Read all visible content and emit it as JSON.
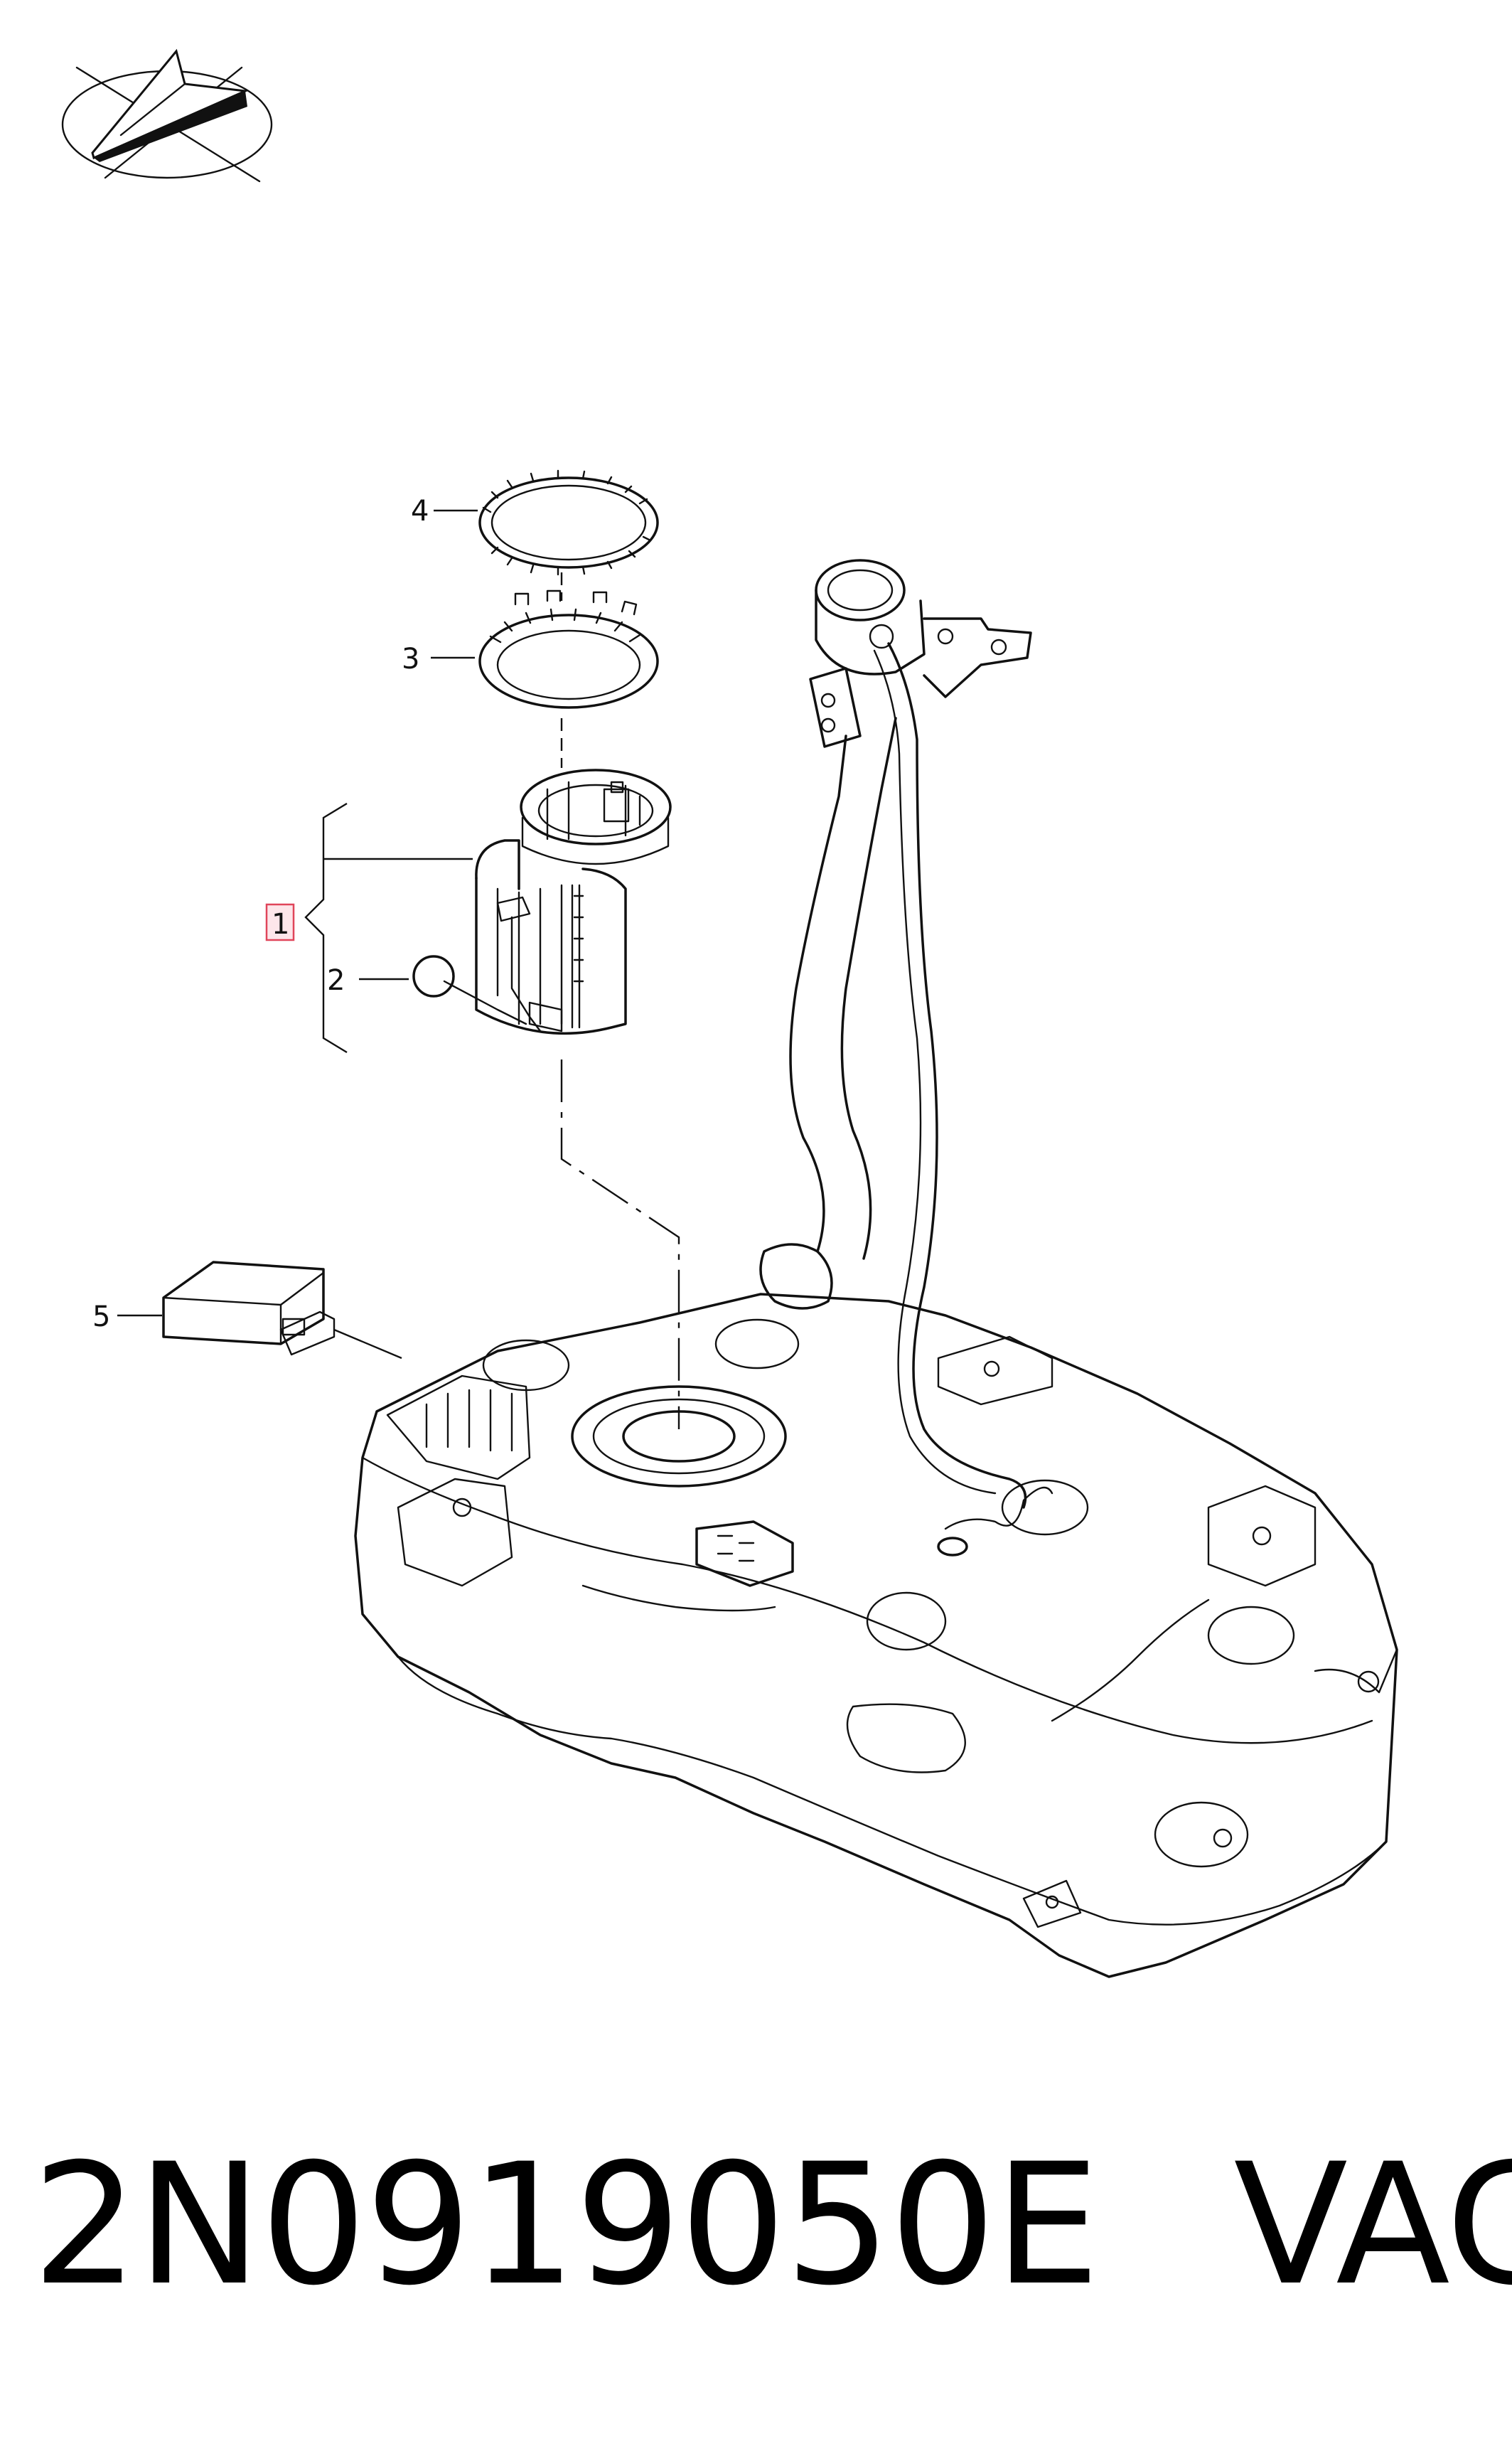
{
  "callouts": [
    {
      "id": "1",
      "highlighted": true
    },
    {
      "id": "2"
    },
    {
      "id": "3"
    },
    {
      "id": "4"
    },
    {
      "id": "5"
    }
  ],
  "footer": {
    "part_number": "2N0919050E",
    "brand": "VAG"
  },
  "colors": {
    "line": "#111111",
    "highlight_border": "#e0455a",
    "highlight_fill": "#fde6ea"
  },
  "icons": {
    "logo": "paper-plane-in-ellipse-logo"
  }
}
